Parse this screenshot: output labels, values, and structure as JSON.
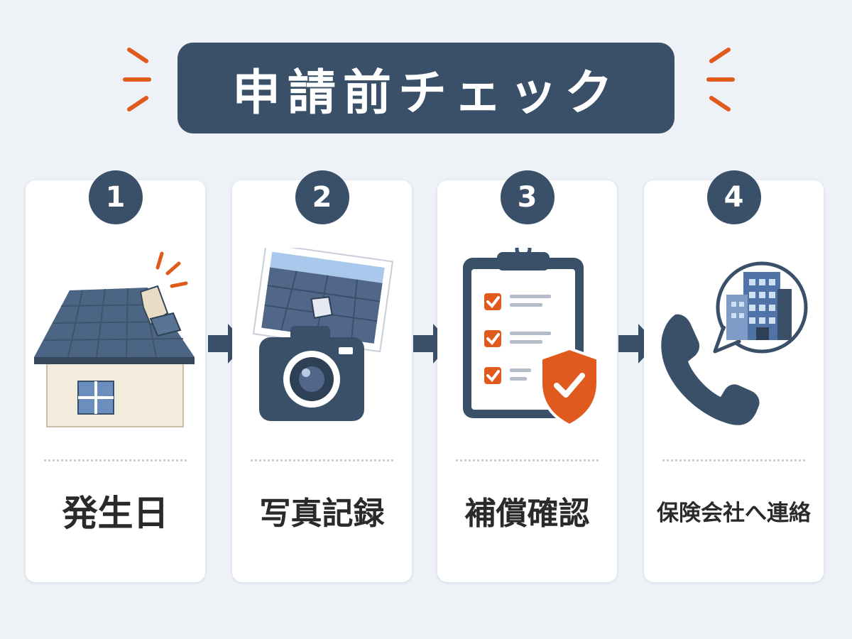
{
  "title": "申請前チェック",
  "steps": [
    {
      "number": "1",
      "label": "発生日",
      "icon": "damaged-roof-house-icon"
    },
    {
      "number": "2",
      "label": "写真記録",
      "icon": "camera-photo-icon"
    },
    {
      "number": "3",
      "label": "補償確認",
      "icon": "clipboard-checklist-shield-icon"
    },
    {
      "number": "4",
      "label": "保険会社へ連絡",
      "icon": "phone-insurance-company-icon"
    }
  ],
  "colors": {
    "navy": "#3a5068",
    "accent_orange": "#e05a1e",
    "background": "#eef2f7",
    "card": "#ffffff",
    "text": "#2a2a2a"
  }
}
